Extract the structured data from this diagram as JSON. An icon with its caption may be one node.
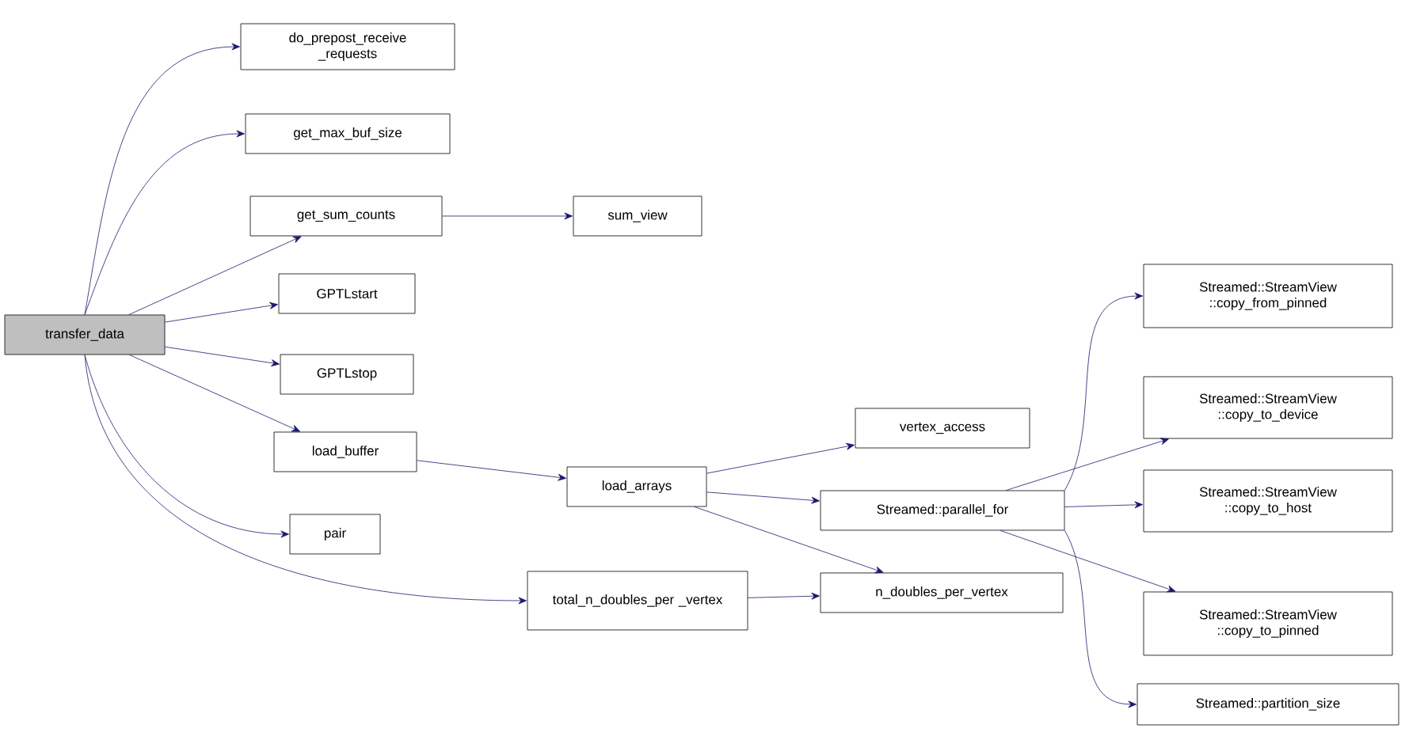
{
  "diagram": {
    "nodes": [
      {
        "text": [
          "transfer_data"
        ]
      },
      {
        "text": [
          "do_prepost_receive _requests"
        ]
      },
      {
        "text": [
          "get_max_buf_size"
        ]
      },
      {
        "text": [
          "get_sum_counts"
        ]
      },
      {
        "text": [
          "sum_view"
        ]
      },
      {
        "text": [
          "GPTLstart"
        ]
      },
      {
        "text": [
          "GPTLstop"
        ]
      },
      {
        "text": [
          "load_buffer"
        ]
      },
      {
        "text": [
          "pair"
        ]
      },
      {
        "text": [
          "total_n_doubles_per _vertex"
        ]
      },
      {
        "text": [
          "load_arrays"
        ]
      },
      {
        "text": [
          "vertex_access"
        ]
      },
      {
        "text": [
          "Streamed::parallel_for"
        ]
      },
      {
        "text": [
          "n_doubles_per_vertex"
        ]
      },
      {
        "text": [
          "Streamed::StreamView ::copy_from_pinned"
        ]
      },
      {
        "text": [
          "Streamed::StreamView ::copy_to_device"
        ]
      },
      {
        "text": [
          "Streamed::StreamView ::copy_to_host"
        ]
      },
      {
        "text": [
          "Streamed::StreamView ::copy_to_pinned"
        ]
      },
      {
        "text": [
          "Streamed::partition_size"
        ]
      }
    ],
    "edges": [
      {
        "from": 0,
        "to": 1,
        "arrow": "to"
      },
      {
        "from": 0,
        "to": 2,
        "arrow": "to"
      },
      {
        "from": 0,
        "to": 3,
        "arrow": "to"
      },
      {
        "from": 3,
        "to": 4,
        "arrow": "to"
      },
      {
        "from": 0,
        "to": 5,
        "arrow": "to"
      },
      {
        "from": 0,
        "to": 6,
        "arrow": "to"
      },
      {
        "from": 0,
        "to": 7,
        "arrow": "to"
      },
      {
        "from": 7,
        "to": 10,
        "arrow": "to"
      },
      {
        "from": 0,
        "to": 8,
        "arrow": "to"
      },
      {
        "from": 0,
        "to": 9,
        "arrow": "to"
      },
      {
        "from": 10,
        "to": 11,
        "arrow": "to"
      },
      {
        "from": 10,
        "to": 12,
        "arrow": "to"
      },
      {
        "from": 10,
        "to": 13,
        "arrow": "to"
      },
      {
        "from": 9,
        "to": 13,
        "arrow": "to"
      },
      {
        "from": 12,
        "to": 14,
        "arrow": "to"
      },
      {
        "from": 12,
        "to": 15,
        "arrow": "to"
      },
      {
        "from": 12,
        "to": 16,
        "arrow": "to"
      },
      {
        "from": 12,
        "to": 17,
        "arrow": "to"
      },
      {
        "from": 12,
        "to": 18,
        "arrow": "to"
      }
    ]
  }
}
